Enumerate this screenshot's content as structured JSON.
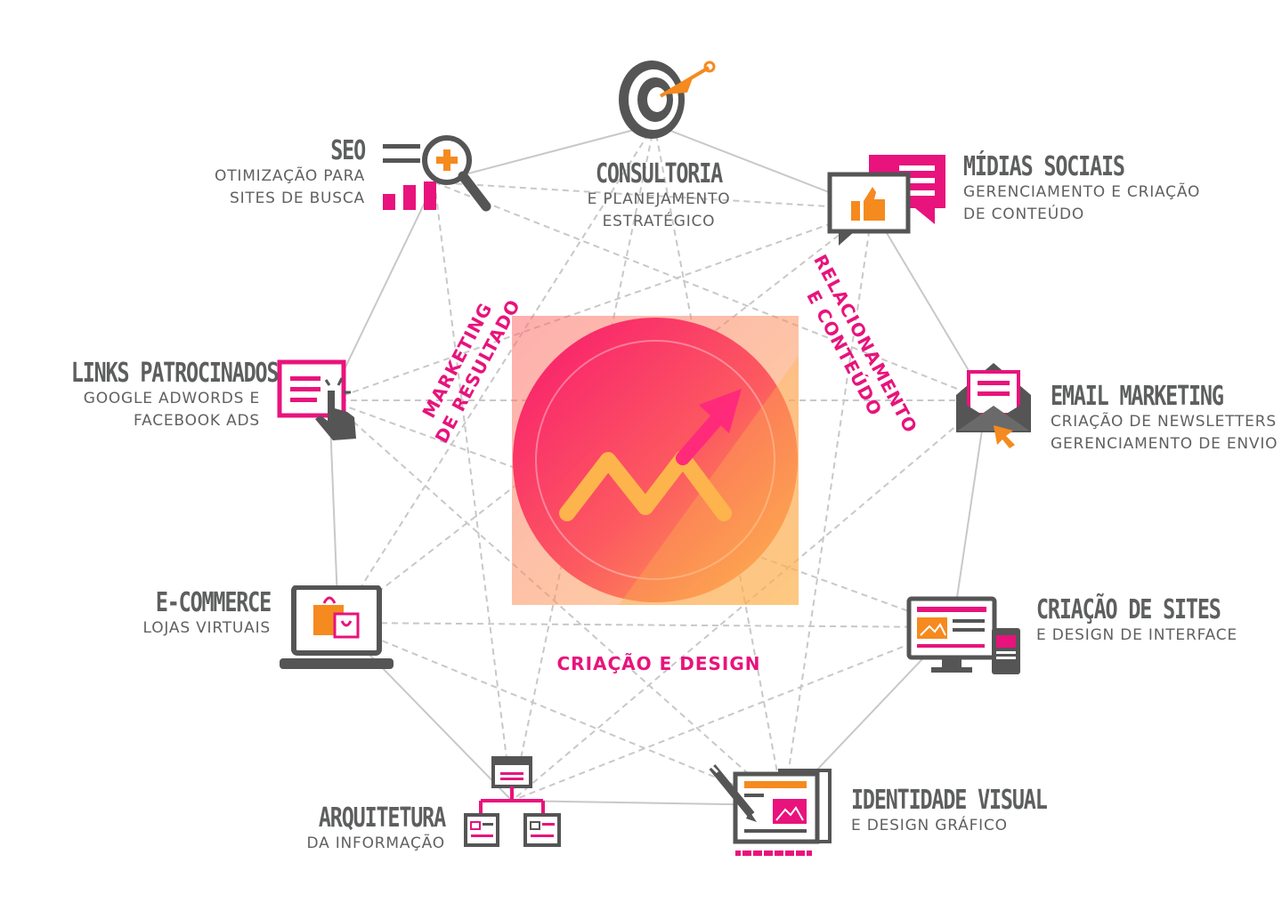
{
  "colors": {
    "pink": "#e8137c",
    "orange": "#f58a1f",
    "gray": "#5d5f5e",
    "line": "#c8c8c8"
  },
  "center": {
    "icon": "growth-chart-icon"
  },
  "axes": {
    "marketing_line1": "MARKETING",
    "marketing_line2": "DE RESULTADO",
    "relacionamento_line1": "RELACIONAMENTO",
    "relacionamento_line2": "E CONTEÚDO",
    "criacao": "CRIAÇÃO E DESIGN"
  },
  "nodes": {
    "consultoria": {
      "title": "CONSULTORIA",
      "sub1": "E PLANEJAMENTO",
      "sub2": "ESTRATÉGICO",
      "icon": "target-icon"
    },
    "seo": {
      "title": "SEO",
      "sub1": "OTIMIZAÇÃO PARA",
      "sub2": "SITES DE BUSCA",
      "icon": "search-analytics-icon"
    },
    "midias": {
      "title": "MÍDIAS SOCIAIS",
      "sub1": "GERENCIAMENTO E CRIAÇÃO",
      "sub2": "DE CONTEÚDO",
      "icon": "social-like-icon"
    },
    "links": {
      "title": "LINKS PATROCINADOS",
      "sub1": "GOOGLE ADWORDS E",
      "sub2": "FACEBOOK ADS",
      "icon": "click-ad-icon"
    },
    "email": {
      "title": "EMAIL MARKETING",
      "sub1": "CRIAÇÃO DE NEWSLETTERS",
      "sub2": "GERENCIAMENTO DE ENVIO",
      "icon": "email-icon"
    },
    "ecommerce": {
      "title": "E-COMMERCE",
      "sub1": "LOJAS VIRTUAIS",
      "icon": "laptop-shopping-icon"
    },
    "sites": {
      "title": "CRIAÇÃO DE SITES",
      "sub1": "E DESIGN DE INTERFACE",
      "icon": "responsive-devices-icon"
    },
    "arquitetura": {
      "title": "ARQUITETURA",
      "sub1": "DA INFORMAÇÃO",
      "icon": "sitemap-icon"
    },
    "identidade": {
      "title": "IDENTIDADE VISUAL",
      "sub1": "E DESIGN GRÁFICO",
      "icon": "graphic-design-icon"
    }
  }
}
